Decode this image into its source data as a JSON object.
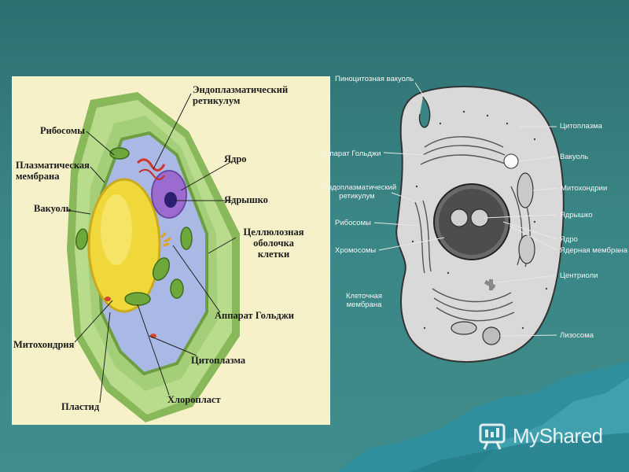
{
  "plant_cell": {
    "labels": {
      "er": "Эндоплазматический ретикулум",
      "ribosomes": "Рибосомы",
      "plasma_membrane": "Плазматическая мембрана",
      "nucleus": "Ядро",
      "nucleolus": "Ядрышко",
      "vacuole": "Вакуоль",
      "cellulose_wall": "Целлюлозная оболочка клетки",
      "golgi": "Аппарат Гольджи",
      "mitochondria": "Митохондрия",
      "cytoplasm": "Цитоплазма",
      "plastid": "Пластид",
      "chloroplast": "Хлоропласт"
    }
  },
  "animal_cell": {
    "labels": {
      "pinocytic_vacuole": "Пиноцитозная вакуоль",
      "cytoplasm": "Цитоплазма",
      "golgi": "Аппарат Гольджи",
      "vacuole": "Вакуоль",
      "er": "Эндоплазматический ретикулум",
      "mitochondria": "Митохондрии",
      "nucleolus": "Ядрышко",
      "ribosomes": "Рибосомы",
      "nucleus": "Ядро",
      "chromosomes": "Хромосомы",
      "nuclear_membrane": "Ядерная мембрана",
      "centrioles": "Центриоли",
      "cell_membrane": "Клеточная мембрана",
      "lysosome": "Лизосома"
    }
  },
  "watermark": {
    "text": "MyShared"
  },
  "colors": {
    "background": "#3a8585",
    "plant_panel": "#f6f1c9",
    "cell_wall": "#9ccc6c",
    "vacuole": "#f2dc3a",
    "animal_cell": "#d8d8d8"
  }
}
